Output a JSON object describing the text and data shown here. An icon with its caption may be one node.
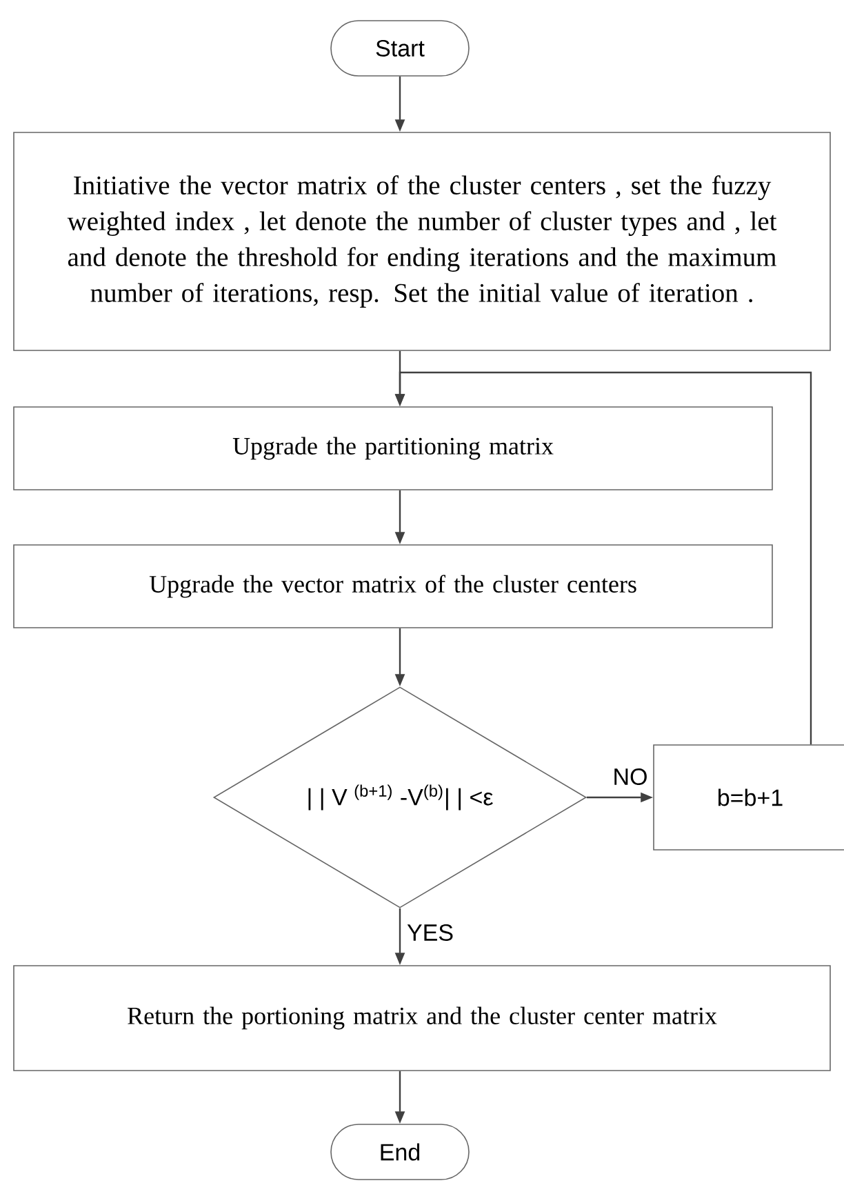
{
  "diagram": {
    "nodes": [
      {
        "text": [
          "Start"
        ]
      },
      {
        "text": [
          "Initiative the vector matrix of the cluster centers , set the fuzzy weighted index , let  denote the number of cluster types and , let  and  denote the threshold for ending iterations and the maximum number of iterations, resp. Set the initial value of iteration ."
        ]
      },
      {
        "text": [
          "Upgrade the partitioning matrix"
        ]
      },
      {
        "text": [
          "Upgrade the vector matrix of the cluster centers"
        ]
      },
      {
        "text": [
          "| | V $^{(b+1)}$ -V$^{(b)}$| | <ε"
        ]
      },
      {
        "text": [
          "b=b+1"
        ]
      },
      {
        "text": [
          "Return the portioning matrix  and the cluster center matrix"
        ]
      },
      {
        "text": [
          "End"
        ]
      }
    ],
    "edges": [
      {
        "from": 0,
        "to": 1,
        "arrow": "to"
      },
      {
        "from": 1,
        "to": 2,
        "arrow": "to"
      },
      {
        "from": 2,
        "to": 3,
        "arrow": "to"
      },
      {
        "from": 3,
        "to": 4,
        "arrow": "to"
      },
      {
        "from": 4,
        "to": 5,
        "arrow": "to",
        "label": "NO"
      },
      {
        "from": 5,
        "to": 2,
        "arrow": "to"
      },
      {
        "from": 4,
        "to": 6,
        "arrow": "to",
        "label": "YES"
      },
      {
        "from": 6,
        "to": 7,
        "arrow": "to"
      }
    ]
  }
}
